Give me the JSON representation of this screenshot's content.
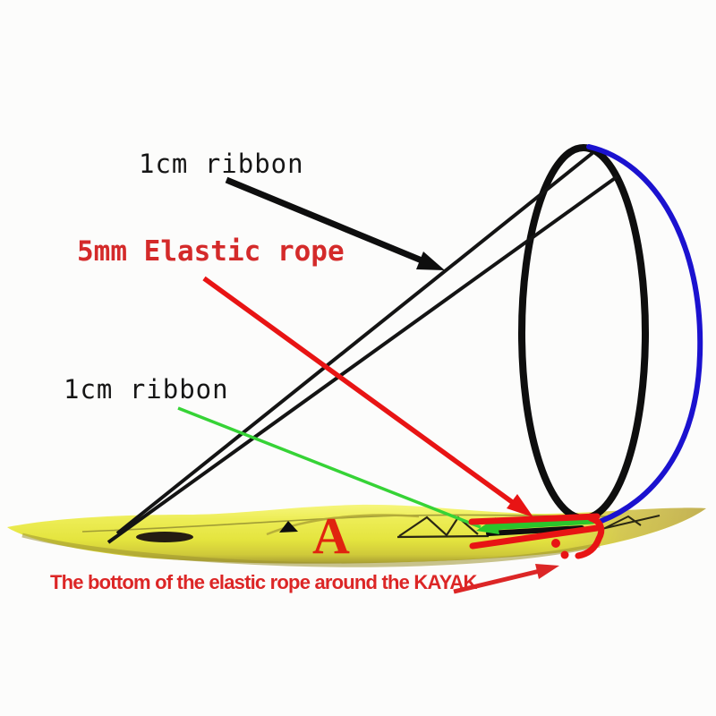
{
  "figure": {
    "title": "Kayak elastic rope and ribbon hoop diagram",
    "labels": {
      "top_ribbon": "1cm ribbon",
      "elastic_rope": "5mm Elastic rope",
      "mid_ribbon": "1cm ribbon",
      "point_marker": "A",
      "bottom_caption": "The bottom of the elastic rope around the KAYAK"
    },
    "colors": {
      "label_black": "#161616",
      "caption_red": "#dc2626",
      "rope_red": "#e81414",
      "ribbon_green": "#36d336",
      "thick_green": "#2bc52b",
      "hoop_black": "#0e0e0e",
      "thin_line_black": "#141414",
      "arc_blue": "#1b12cf",
      "kayak_yellow": "#e8e845",
      "kayak_highlight": "#f6f67c",
      "kayak_shadow": "#a89e33",
      "kayak_bow_olive": "#cdbd58",
      "cockpit_dark": "#241c12",
      "rigging_dark": "#2a2713"
    }
  }
}
